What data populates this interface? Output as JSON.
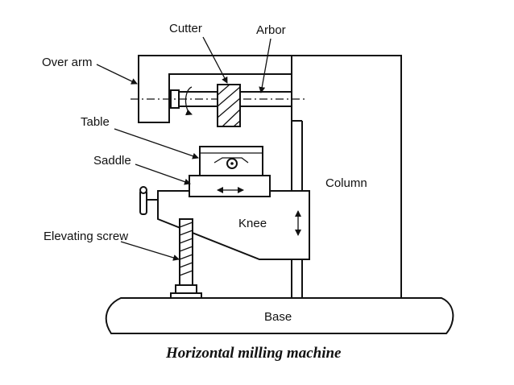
{
  "diagram": {
    "labels": {
      "cutter": "Cutter",
      "arbor": "Arbor",
      "over_arm": "Over arm",
      "table": "Table",
      "saddle": "Saddle",
      "column": "Column",
      "knee": "Knee",
      "elevating_screw": "Elevating screw",
      "base": "Base"
    },
    "caption": "Horizontal milling machine"
  }
}
